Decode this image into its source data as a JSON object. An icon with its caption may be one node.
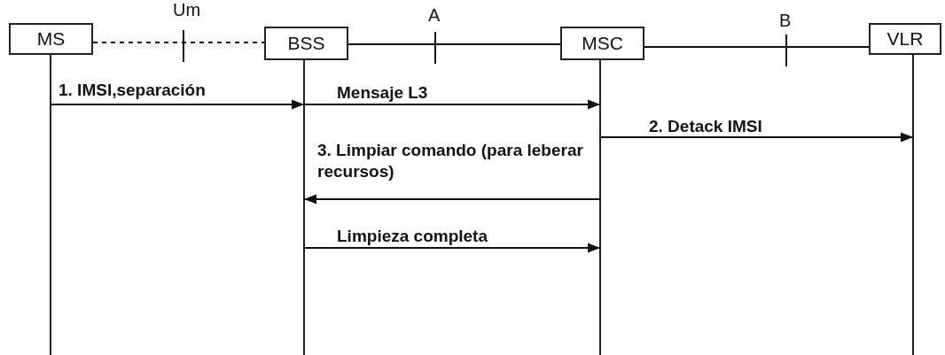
{
  "diagram": {
    "nodes": [
      {
        "text": [
          "MS"
        ]
      },
      {
        "text": [
          "BSS"
        ]
      },
      {
        "text": [
          "MSC"
        ]
      },
      {
        "text": [
          "VLR"
        ]
      }
    ],
    "edges": [
      {
        "from": 0,
        "to": 1,
        "arrow": "none",
        "style": "dashed"
      },
      {
        "from": 1,
        "to": 2,
        "arrow": "none"
      },
      {
        "from": 2,
        "to": 3,
        "arrow": "none"
      },
      {
        "from": 0,
        "to": 1,
        "arrow": "to",
        "label": "1. IMSI,separación"
      },
      {
        "from": 1,
        "to": 2,
        "arrow": "to",
        "label": "Mensaje L3"
      },
      {
        "from": 2,
        "to": 3,
        "arrow": "to",
        "label": "2. Detack IMSI"
      },
      {
        "from": 2,
        "to": 1,
        "arrow": "to",
        "label": "3. Limpiar comando (para leberar recursos)"
      },
      {
        "from": 1,
        "to": 2,
        "arrow": "to",
        "label": "Limpieza completa"
      }
    ],
    "labels": [
      "Um",
      "A",
      "B"
    ]
  }
}
